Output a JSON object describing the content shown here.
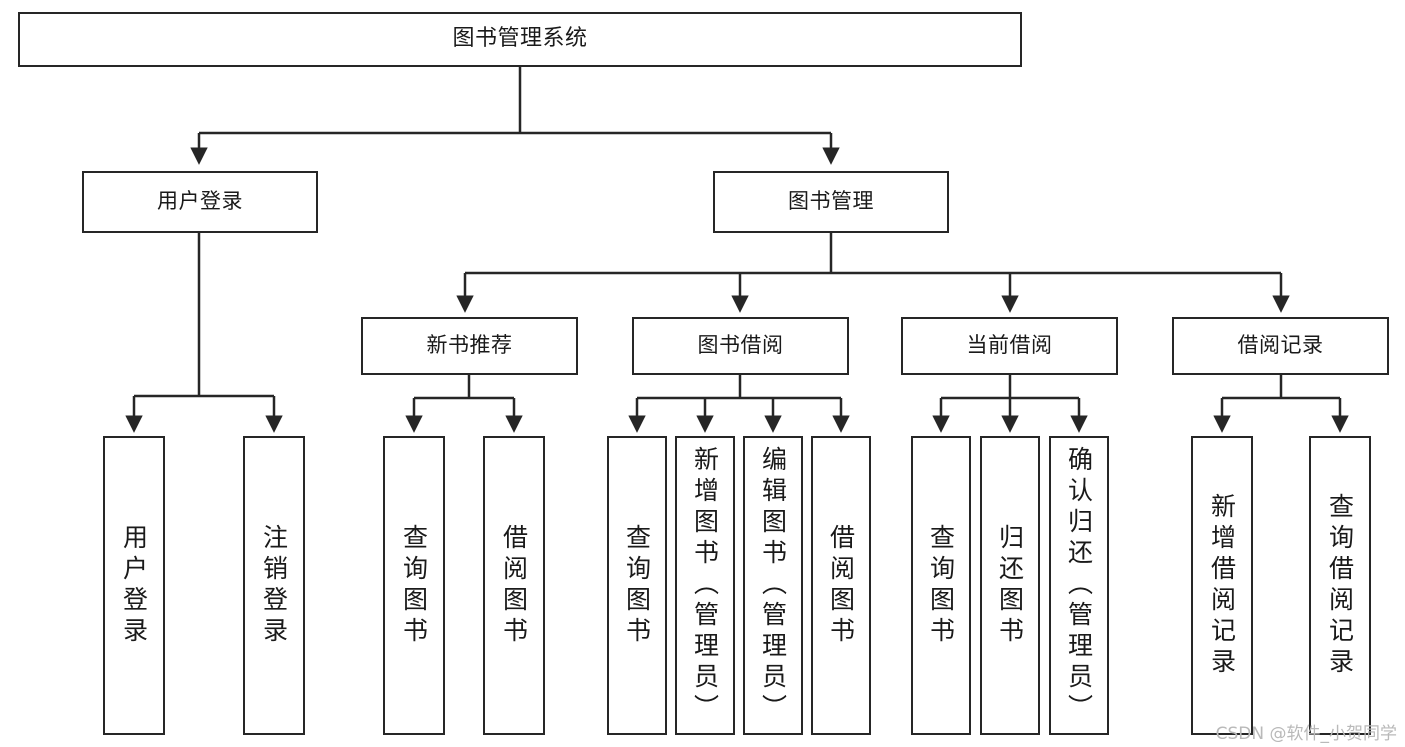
{
  "diagram": {
    "title": "图书管理系统",
    "type": "tree-hierarchy-chart",
    "root": {
      "label": "图书管理系统"
    },
    "level2": [
      {
        "label": "用户登录"
      },
      {
        "label": "图书管理"
      }
    ],
    "level3": [
      {
        "label": "新书推荐"
      },
      {
        "label": "图书借阅"
      },
      {
        "label": "当前借阅"
      },
      {
        "label": "借阅记录"
      }
    ],
    "leaves": {
      "user_login": [
        {
          "label": "用户登录"
        },
        {
          "label": "注销登录"
        }
      ],
      "new_book_recommend": [
        {
          "label": "查询图书"
        },
        {
          "label": "借阅图书"
        }
      ],
      "book_borrow": [
        {
          "label": "查询图书"
        },
        {
          "label": "新增图书（管理员）"
        },
        {
          "label": "编辑图书（管理员）"
        },
        {
          "label": "借阅图书"
        }
      ],
      "current_borrow": [
        {
          "label": "查询图书"
        },
        {
          "label": "归还图书"
        },
        {
          "label": "确认归还（管理员）"
        }
      ],
      "borrow_record": [
        {
          "label": "新增借阅记录"
        },
        {
          "label": "查询借阅记录"
        }
      ]
    }
  },
  "watermark": {
    "text": "CSDN @软件_小贺同学"
  },
  "colors": {
    "stroke": "#262626",
    "text": "#1a1a1a",
    "background": "#ffffff",
    "watermark": "#b9b9b9"
  }
}
